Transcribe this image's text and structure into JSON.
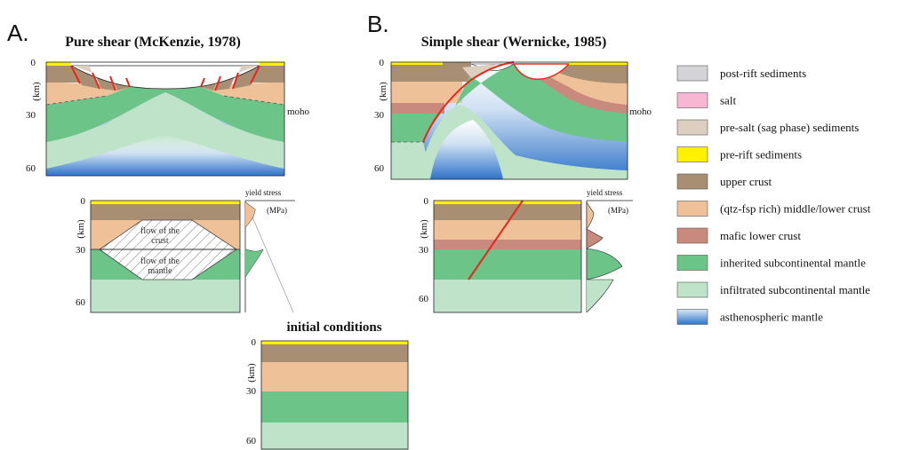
{
  "panels": {
    "a_label": "A.",
    "b_label": "B.",
    "a_title": "Pure shear (McKenzie, 1978)",
    "b_title": "Simple shear (Wernicke, 1985)",
    "initial_title": "initial conditions"
  },
  "axis": {
    "unit": "(km)",
    "ticks": [
      "0",
      "30",
      "60"
    ]
  },
  "labels": {
    "moho": "moho",
    "yield_stress": "yield stress",
    "mpa": "(MPa)",
    "flow_crust_1": "flow of the",
    "flow_crust_2": "crust",
    "flow_mantle_1": "flow of the",
    "flow_mantle_2": "mantle"
  },
  "legend": [
    {
      "label": "post-rift sediments",
      "color": "#d4d4d8"
    },
    {
      "label": "salt",
      "color": "#f7b6d2"
    },
    {
      "label": "pre-salt (sag phase) sediments",
      "color": "#dccfbf"
    },
    {
      "label": "pre-rift sediments",
      "color": "#fff200"
    },
    {
      "label": "upper crust",
      "color": "#a88f74"
    },
    {
      "label": "(qtz-fsp rich) middle/lower crust",
      "color": "#efc199"
    },
    {
      "label": "mafic lower crust",
      "color": "#c98a7e"
    },
    {
      "label": "inherited subcontinental mantle",
      "color": "#6cc489"
    },
    {
      "label": "infiltrated subcontinental mantle",
      "color": "#bfe3c9"
    },
    {
      "label": "asthenospheric mantle",
      "color": "#3d7fcf"
    }
  ]
}
